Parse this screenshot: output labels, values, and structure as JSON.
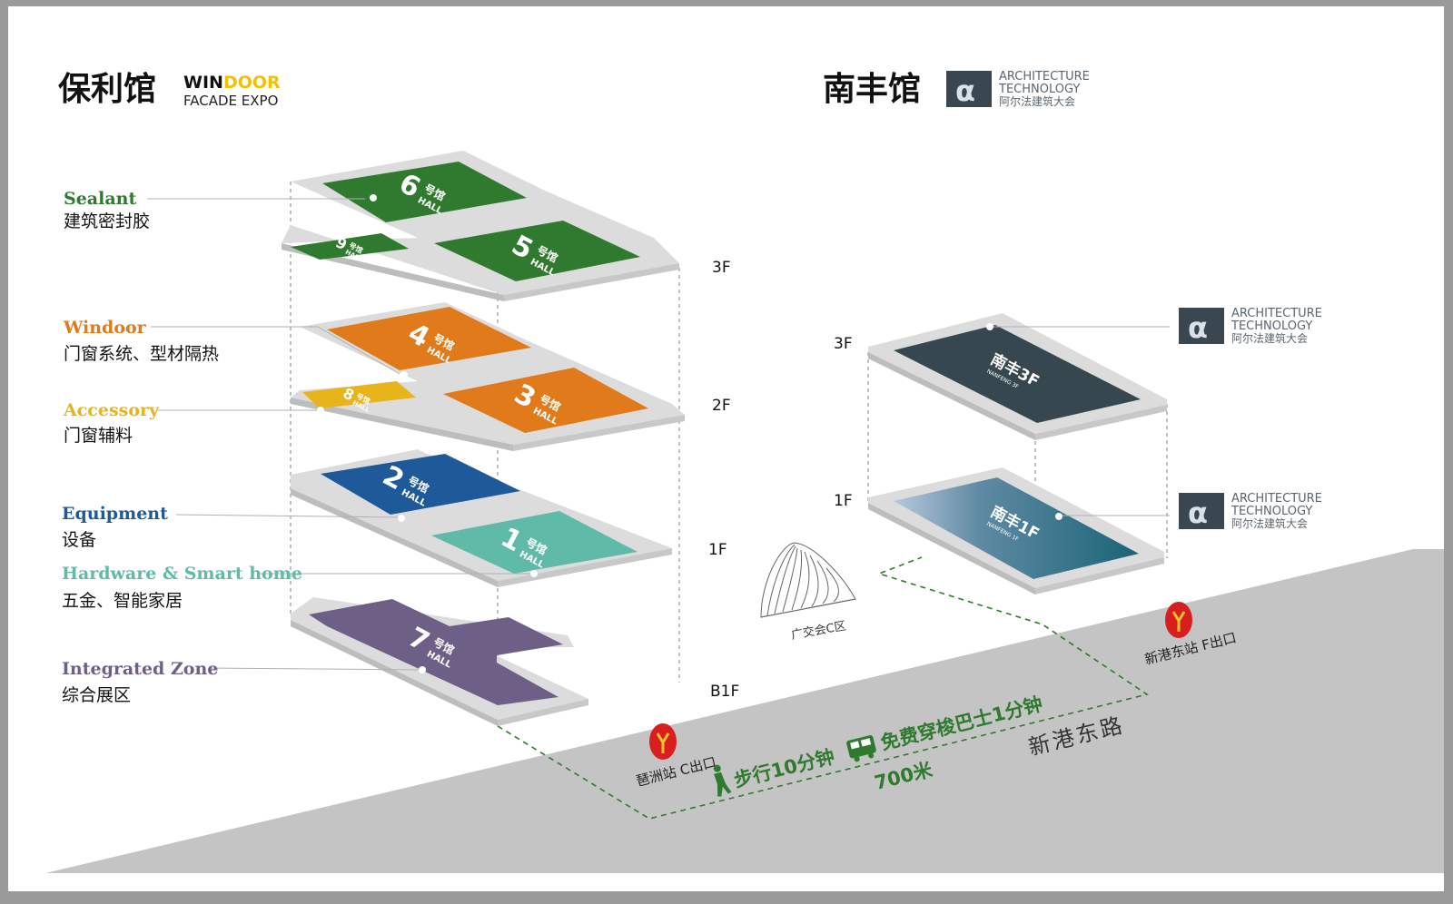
{
  "poly_pavilion": {
    "name": "保利馆",
    "brand_line1_a": "WIN",
    "brand_line1_b": "DOOR",
    "brand_line2": "FACADE EXPO"
  },
  "nanfeng_pavilion": {
    "name": "南丰馆",
    "brand_en_1": "ARCHITECTURE",
    "brand_en_2": "TECHNOLOGY",
    "brand_cn": "阿尔法建筑大会"
  },
  "categories": [
    {
      "en": "Sealant",
      "cn": "建筑密封胶",
      "color": "#2f7a2f"
    },
    {
      "en": "Windoor",
      "cn": "门窗系统、型材隔热",
      "color": "#e07a1a"
    },
    {
      "en": "Accessory",
      "cn": "门窗辅料",
      "color": "#e8b41c"
    },
    {
      "en": "Equipment",
      "cn": "设备",
      "color": "#1e5a9a"
    },
    {
      "en": "Hardware & Smart home",
      "cn": "五金、智能家居",
      "color": "#5fbaa8"
    },
    {
      "en": "Integrated Zone",
      "cn": "综合展区",
      "color": "#6e5f86"
    }
  ],
  "halls": [
    {
      "num": "6",
      "cn": "号馆",
      "en": "HALL",
      "color": "#2f7a2f"
    },
    {
      "num": "9",
      "cn": "号馆",
      "en": "HALL",
      "color": "#2f7a2f"
    },
    {
      "num": "5",
      "cn": "号馆",
      "en": "HALL",
      "color": "#2f7a2f"
    },
    {
      "num": "4",
      "cn": "号馆",
      "en": "HALL",
      "color": "#e07a1a"
    },
    {
      "num": "8",
      "cn": "号馆",
      "en": "HALL",
      "color": "#e8b41c"
    },
    {
      "num": "3",
      "cn": "号馆",
      "en": "HALL",
      "color": "#e07a1a"
    },
    {
      "num": "2",
      "cn": "号馆",
      "en": "HALL",
      "color": "#1e5a9a"
    },
    {
      "num": "1",
      "cn": "号馆",
      "en": "HALL",
      "color": "#5fbaa8"
    },
    {
      "num": "7",
      "cn": "号馆",
      "en": "HALL",
      "color": "#6e5f86"
    }
  ],
  "floors_poly": [
    "3F",
    "2F",
    "1F",
    "B1F"
  ],
  "floors_nanfeng": [
    "3F",
    "1F"
  ],
  "nanfeng_halls": [
    {
      "label": "南丰3F",
      "sub": "NANFENG 3F",
      "color": "#37474f"
    },
    {
      "label": "南丰1F",
      "sub": "NANFENG 1F",
      "color": "#1f6577"
    }
  ],
  "landmark": "广交会C区",
  "stations": {
    "west": "琶洲站 C出口",
    "east": "新港东站 F出口"
  },
  "road": "新港东路",
  "walk": "步行10分钟",
  "bus": "免费穿梭巴士1分钟",
  "distance": "700米",
  "colors": {
    "road": "#c4c4c4",
    "route": "#2f7a2f",
    "metro": "#d81e1e",
    "metro_icon": "#f2c12e",
    "brand_yellow": "#f2c200",
    "slab": "#d9d9d9"
  }
}
